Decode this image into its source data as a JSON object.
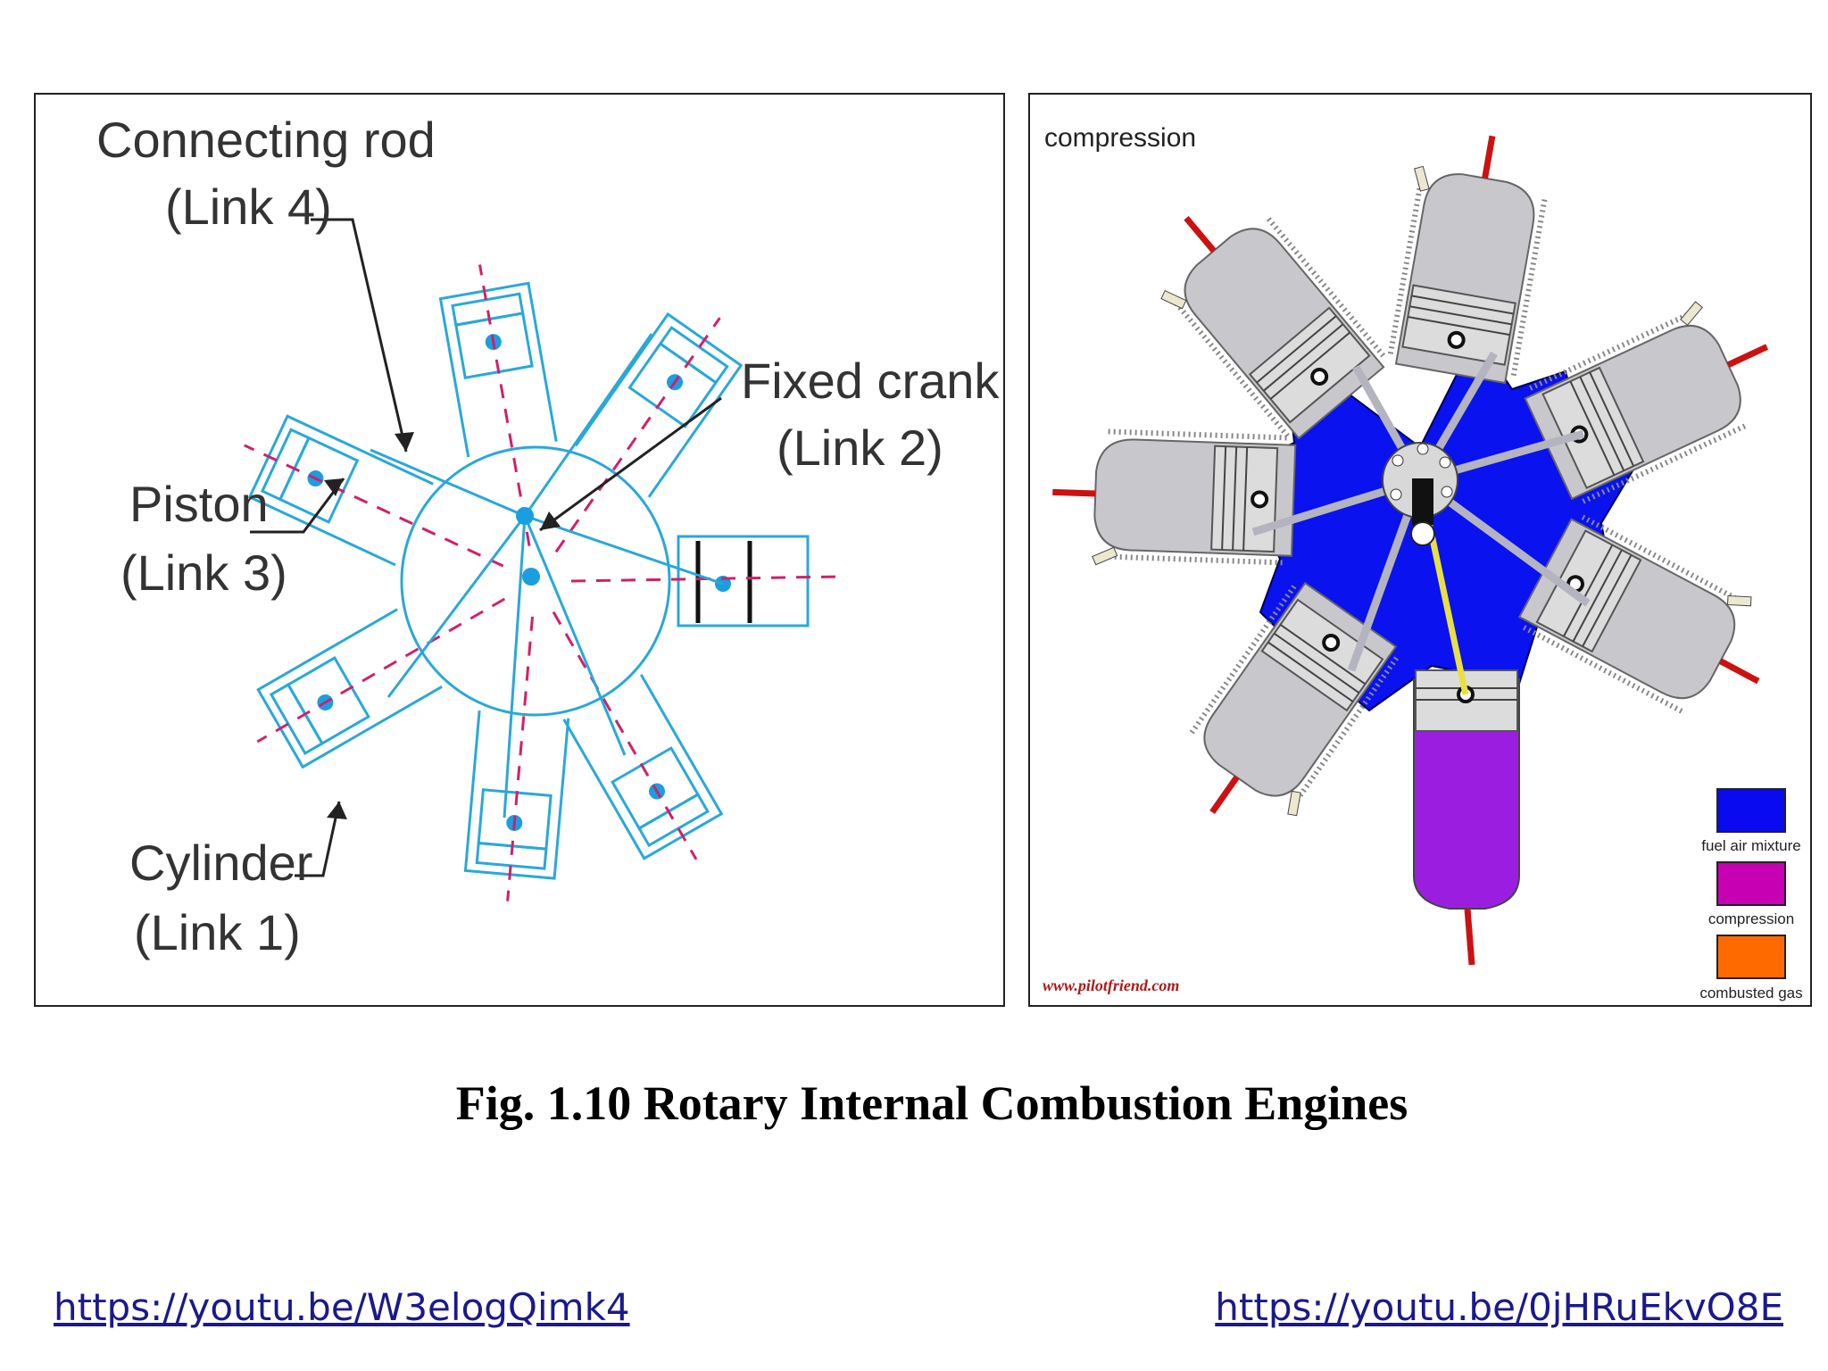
{
  "left_diagram": {
    "labels": {
      "connecting_rod_line1": "Connecting rod",
      "connecting_rod_line2": "(Link 4)",
      "fixed_crank_line1": "Fixed crank",
      "fixed_crank_line2": "(Link 2)",
      "piston_line1": "Piston",
      "piston_line2": "(Link 3)",
      "cylinder_line1": "Cylinder",
      "cylinder_line2": "(Link 1)"
    },
    "colors": {
      "outline": "#29a8d8",
      "centerline": "#d0206a",
      "pin": "#1a9ee0",
      "leader": "#222222"
    }
  },
  "right_diagram": {
    "stage_label": "compression",
    "watermark": "www.pilotfriend.com",
    "legend": [
      {
        "label": "fuel air mixture",
        "color": "#0a0af0"
      },
      {
        "label": "compression",
        "color": "#c800b4"
      },
      {
        "label": "combusted gas",
        "color": "#ff6a00"
      }
    ],
    "colors": {
      "crankcase": "#0a12f0",
      "cylinder": "#c8c8cc",
      "spark": "#cc1111",
      "compressed_charge": "#9b1ee0"
    }
  },
  "caption": "Fig. 1.10 Rotary Internal Combustion Engines",
  "links": {
    "left": "https://youtu.be/W3elogQimk4",
    "right": "https://youtu.be/0jHRuEkvO8E"
  }
}
